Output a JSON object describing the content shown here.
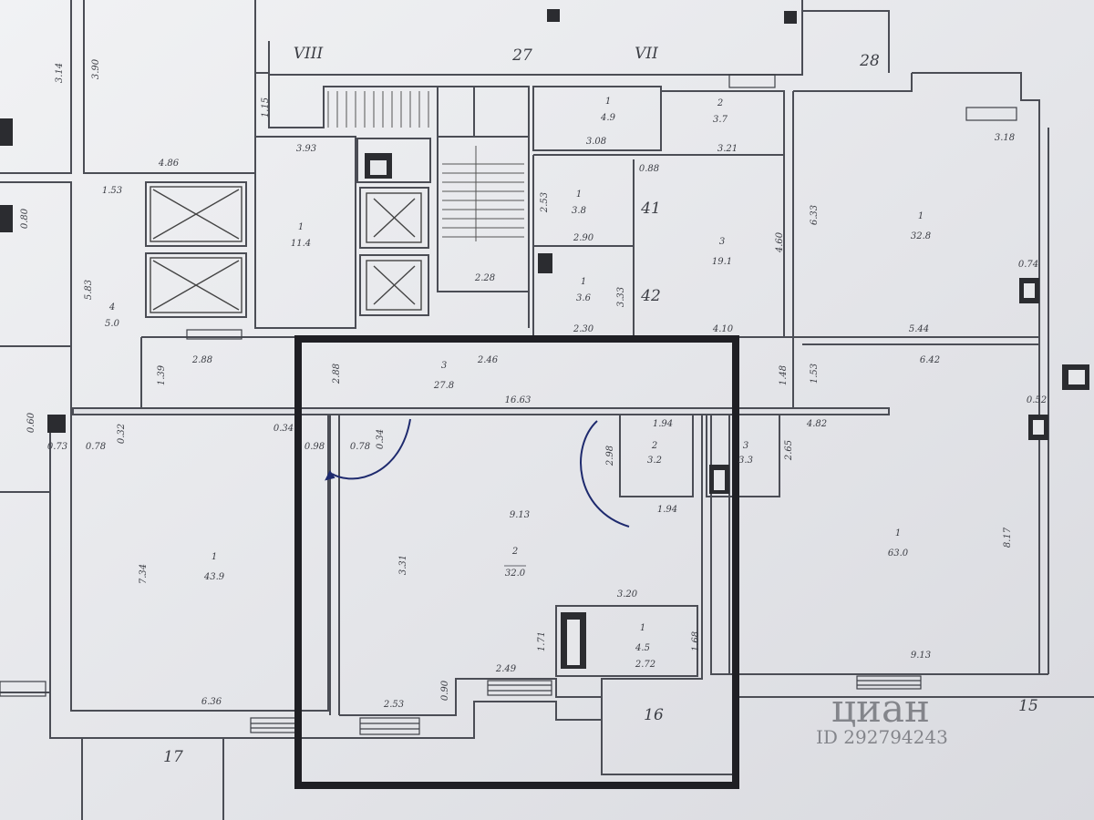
{
  "axes": {
    "a27": "27",
    "a28": "28",
    "a16": "16",
    "a17": "17",
    "a15": "15",
    "a41": "41",
    "a42": "42",
    "r7": "VII",
    "r8": "VIII"
  },
  "rooms": {
    "main": {
      "num": "2",
      "area": "32.0"
    },
    "corridor": {
      "num": "3",
      "area": "27.8"
    },
    "left": {
      "num": "1",
      "area": "43.9"
    },
    "right": {
      "num": "1",
      "area": "63.0"
    },
    "bath_small": {
      "num": "1",
      "area": "4.5"
    },
    "wc1": {
      "num": "2",
      "area": "3.2"
    },
    "wc2": {
      "num": "3",
      "area": "3.3"
    },
    "office_top_right": {
      "num": "1",
      "area": "32.8"
    },
    "hall_center": {
      "num": "3",
      "area": "19.1"
    },
    "small_a": {
      "num": "1",
      "area": "3.8"
    },
    "small_b": {
      "num": "1",
      "area": "3.6"
    },
    "top_a": {
      "num": "1",
      "area": "4.9"
    },
    "top_b": {
      "num": "2",
      "area": "3.7"
    },
    "lobby": {
      "num": "1",
      "area": "11.4"
    },
    "vest": {
      "num": "4",
      "area": "5.0"
    }
  },
  "dims": {
    "d1663": "16.63",
    "d913": "9.13",
    "d913b": "9.13",
    "d331": "3.31",
    "d636": "6.36",
    "d734": "7.34",
    "d817": "8.17",
    "d320": "3.20",
    "d272": "2.72",
    "d249": "2.49",
    "d253": "2.53",
    "d288": "2.88",
    "d288b": "2.88",
    "d246": "2.46",
    "d194": "1.94",
    "d194b": "1.94",
    "d298": "2.98",
    "d642": "6.42",
    "d544": "5.44",
    "d410": "4.10",
    "d230": "2.30",
    "d290": "2.90",
    "d228": "2.28",
    "d393": "3.93",
    "d308": "3.08",
    "d321": "3.21",
    "d633": "6.33",
    "d460": "4.60",
    "d482": "4.82",
    "d153": "1.53",
    "d486": "4.86",
    "d390": "3.90",
    "d314": "3.14",
    "d583": "5.83",
    "d034": "0.34",
    "d034b": "0.34",
    "d078": "0.78",
    "d078b": "0.78",
    "d098": "0.98",
    "d073": "0.73",
    "d032": "0.32",
    "d060": "0.60",
    "d115": "1.15",
    "d171": "1.71",
    "d168": "1.68",
    "d090": "0.90",
    "d139": "1.39",
    "d153b": "1.53",
    "d148": "1.48",
    "d088": "0.88",
    "d074": "0.74",
    "d052": "0.52",
    "d265": "2.65",
    "d133": "3.33",
    "d253b": "2.53",
    "d118": "3.18",
    "d080": "0.80"
  },
  "watermark": {
    "brand": "циан",
    "id": "ID 292794243"
  }
}
